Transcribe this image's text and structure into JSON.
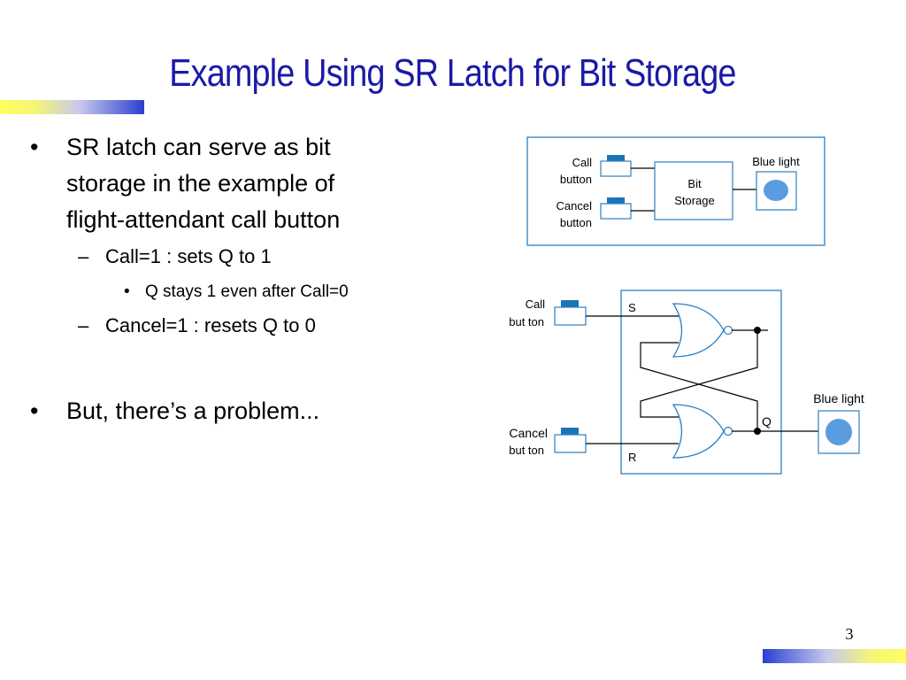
{
  "slide": {
    "title": "Example Using SR Latch for Bit Storage",
    "page_number": "3"
  },
  "bullets": [
    {
      "lines": [
        "SR latch can serve as bit",
        "storage in the example of",
        "flight-attendant call button"
      ],
      "subs": [
        {
          "text": "Call=1 : sets Q to 1",
          "subs": [
            "Q stays 1 even after Call=0"
          ]
        },
        {
          "text": "Cancel=1 : resets Q to 0",
          "subs": []
        }
      ]
    },
    {
      "lines": [
        "But, there’s a problem..."
      ],
      "subs": []
    }
  ],
  "diagram_top": {
    "call_label": [
      "Call",
      "button"
    ],
    "cancel_label": [
      "Cancel",
      "button"
    ],
    "box_label": [
      "Bit",
      "Storage"
    ],
    "light_label": "Blue light"
  },
  "diagram_bottom": {
    "call_label": [
      "Call",
      "but ton"
    ],
    "cancel_label": [
      "Cancel",
      "but ton"
    ],
    "s_label": "S",
    "r_label": "R",
    "q_label": "Q",
    "light_label": "Blue light"
  },
  "colors": {
    "title": "#1a1aa6",
    "diagram_border": "#2d7fc0",
    "button_cap": "#1a74b8",
    "light": "#5b9be0"
  }
}
